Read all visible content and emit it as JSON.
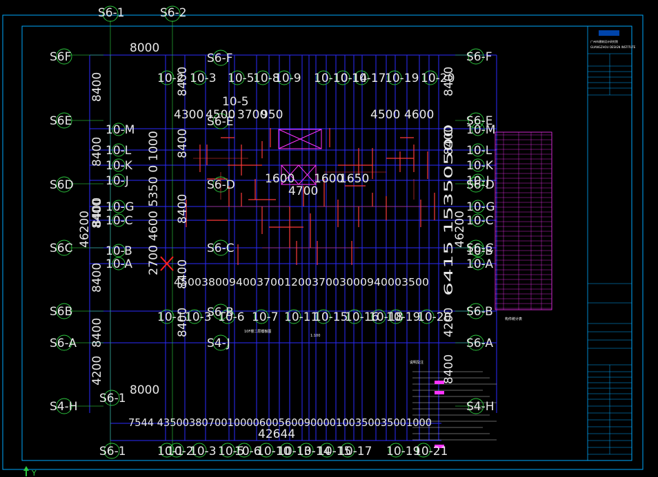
{
  "drawing": {
    "title": "10F楼二层模板图",
    "scale": "1:100",
    "notes_title": "说明及注",
    "table_header": "构件表",
    "table_caption": "构件统计表"
  },
  "top_axes": [
    "S6-1",
    "S6-2"
  ],
  "bottom_axes": [
    "S6-1"
  ],
  "left_axes": [
    "S6F",
    "S6E",
    "S6D",
    "S6C",
    "S6B",
    "S6-A",
    "S4-H"
  ],
  "right_axes": [
    "S6-F",
    "S6-E",
    "S6-D",
    "S6-C",
    "S6-B",
    "S6-A",
    "S4-H"
  ],
  "inner_left_axes": [
    "10-M",
    "10-L",
    "10-K",
    "10-J",
    "10-G",
    "10-C",
    "10-B",
    "10-A"
  ],
  "inner_right_axes": [
    "10-M",
    "10-L",
    "10-K",
    "10-J",
    "10-G",
    "10-C",
    "10-B",
    "10-A"
  ],
  "top_grid_labels": [
    "10-2",
    "10-3",
    "10-5",
    "10-8",
    "10-9",
    "10-10",
    "10-14",
    "10-17",
    "10-19",
    "10-20"
  ],
  "mid_grid_labels": [
    "10-1",
    "10-3",
    "10-6",
    "10-7",
    "10-11",
    "10-15",
    "10-16",
    "10-18",
    "10-19",
    "10-20"
  ],
  "bottom_grid_labels": [
    "10-1",
    "10-2",
    "10-3",
    "10-5",
    "10-6",
    "10-10",
    "10-13",
    "10-14",
    "10-15",
    "10-17",
    "10-19",
    "10-21"
  ],
  "center_labels": [
    "S6-F",
    "S6-E",
    "S6-D",
    "S6-C",
    "S6-B",
    "S4-J",
    "S6-1"
  ],
  "dimensions": {
    "top_width": "8000",
    "bottom_width": "8000",
    "total_width": "42644",
    "left_total": "46200",
    "right_total": "46200",
    "left_spans": [
      "8400",
      "8400",
      "8400",
      "8400",
      "8400",
      "4200",
      "8400"
    ],
    "right_spans": [
      "8400",
      "8400",
      "4200",
      "8400"
    ],
    "upper_left": "4300",
    "upper_left2": "4500",
    "upper_mid": "3700",
    "upper_mid2": "950",
    "upper_right": "4500",
    "upper_right2": "4600",
    "core_left": "1600",
    "core_mid": "4700",
    "core_right": "1600",
    "core_right2": "1650",
    "row_string": "4500380094003700120037003000940003500",
    "bottom_string": "7544 4350038070010000600560090000100350035001000",
    "right_col_string": "6415 15350500",
    "left_col_string": "2700 4600 5350 0 1000"
  },
  "ucs": {
    "axis": "Y"
  },
  "colors": {
    "background": "#000000",
    "frame": "#00aaff",
    "grid": "#2b2bff",
    "walls": "#ff3b3b",
    "axis_bubble": "#2ecc40",
    "table": "#ff33ff",
    "cut_mark": "#ff2020"
  }
}
